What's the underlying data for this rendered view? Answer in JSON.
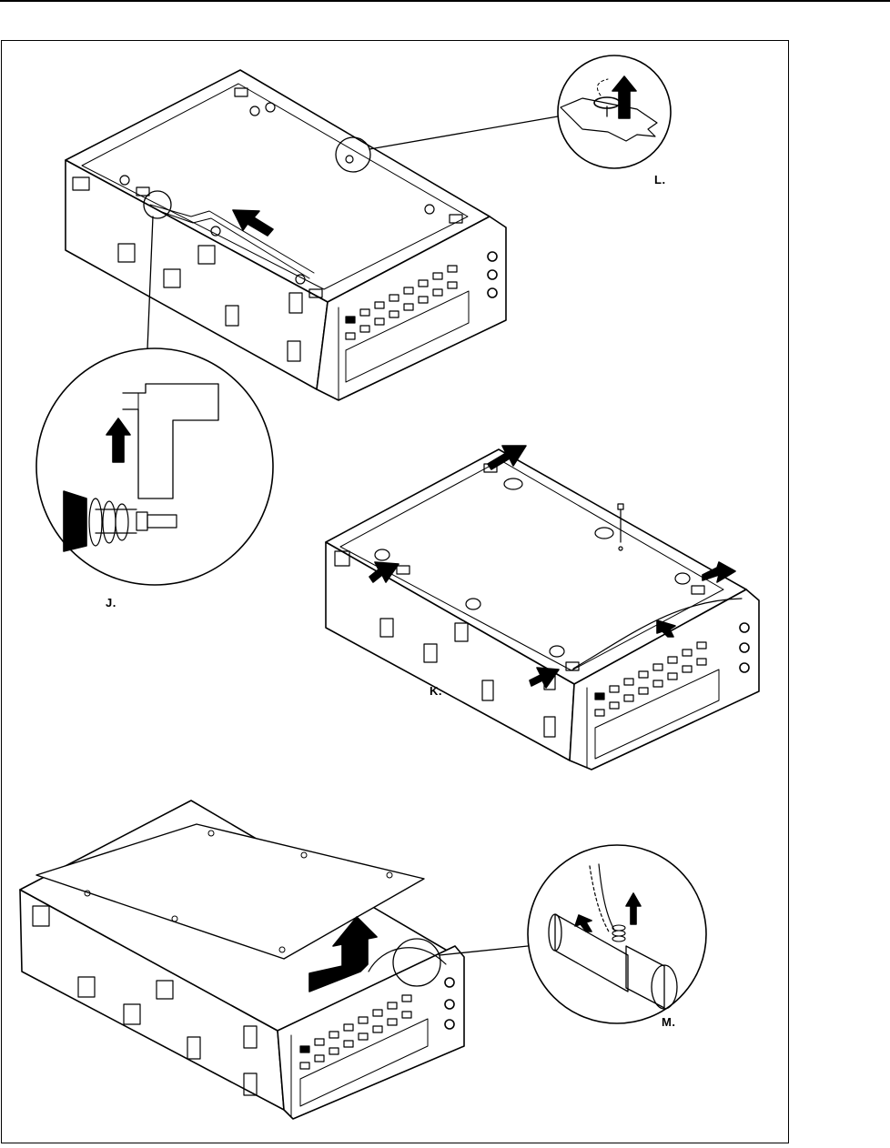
{
  "labels": {
    "l": "L.",
    "j": "J.",
    "k": "K.",
    "m": "M."
  },
  "colors": {
    "ink": "#000000",
    "paper": "#ffffff"
  }
}
